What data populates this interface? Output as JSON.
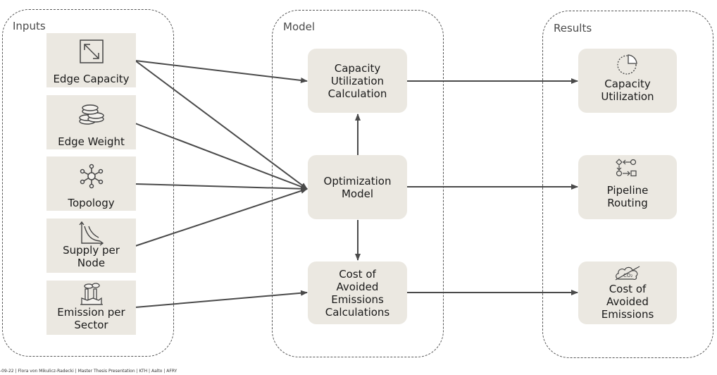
{
  "groups": {
    "inputs": "Inputs",
    "model": "Model",
    "results": "Results"
  },
  "inputs": [
    {
      "label": "Edge Capacity",
      "icon": "resize-diagonal-icon"
    },
    {
      "label": "Edge Weight",
      "icon": "coin-stack-icon"
    },
    {
      "label": "Topology",
      "icon": "network-topology-icon"
    },
    {
      "label": "Supply per\nNode",
      "icon": "supply-curve-icon"
    },
    {
      "label": "Emission per\nSector",
      "icon": "factory-emission-icon"
    }
  ],
  "model": {
    "capacity_calc": "Capacity\nUtilization\nCalculation",
    "optimization": "Optimization\nModel",
    "emissions_calc": "Cost of\nAvoided\nEmissions\nCalculations"
  },
  "results": [
    {
      "label": "Capacity\nUtilization",
      "icon": "pie-chart-icon"
    },
    {
      "label": "Pipeline\nRouting",
      "icon": "flow-routing-icon"
    },
    {
      "label": "Cost of\nAvoided\nEmissions",
      "icon": "co2-cloud-crossed-icon"
    }
  ],
  "footer": "-09-22 | Flora von Mikulicz-Radecki | Master Thesis Presentation | KTH | Aalto | AFRY",
  "colors": {
    "box_fill": "#ebe8e1",
    "line": "#4a4a4a",
    "dashed_border": "#555555"
  }
}
